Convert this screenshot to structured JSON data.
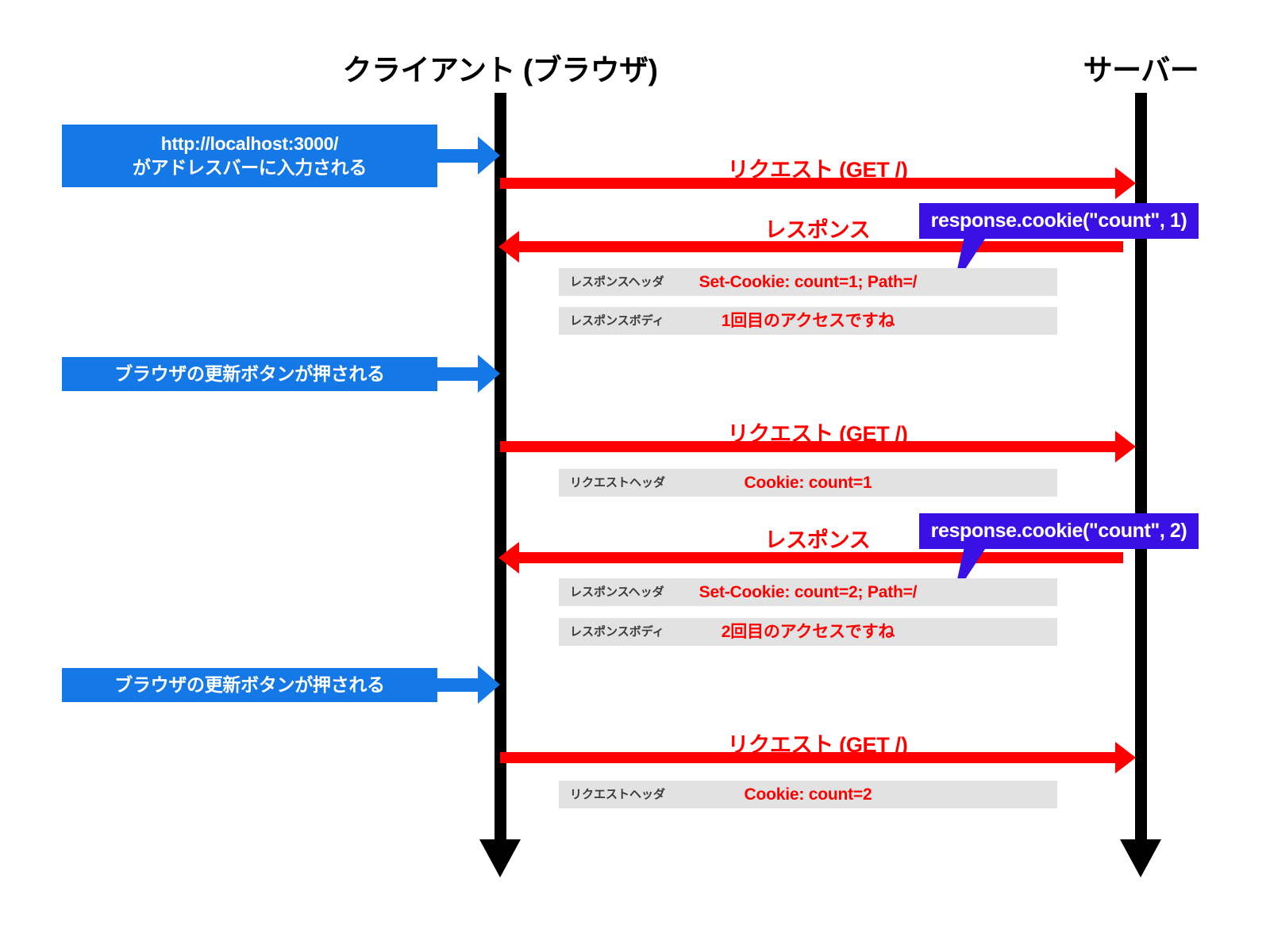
{
  "diagram": {
    "title": "Cookie sequence diagram",
    "colors": {
      "lifeline": "#000000",
      "message": "#ff0000",
      "note": "#1478e6",
      "callout": "#3b10e5",
      "header_row": "#e2e2e2",
      "background": "#ffffff"
    },
    "participants": [
      {
        "id": "client",
        "label": "クライアント (ブラウザ)"
      },
      {
        "id": "server",
        "label": "サーバー"
      }
    ],
    "actor_notes": [
      {
        "id": "note-1",
        "text_line1": "http://localhost:3000/",
        "text_line2": "がアドレスバーに入力される"
      },
      {
        "id": "note-2",
        "text_line1": "ブラウザの更新ボタンが押される",
        "text_line2": ""
      },
      {
        "id": "note-3",
        "text_line1": "ブラウザの更新ボタンが押される",
        "text_line2": ""
      }
    ],
    "messages": [
      {
        "id": "req-1",
        "label": "リクエスト (GET /)",
        "direction": "right"
      },
      {
        "id": "res-1",
        "label": "レスポンス",
        "direction": "left"
      },
      {
        "id": "req-2",
        "label": "リクエスト (GET /)",
        "direction": "right"
      },
      {
        "id": "res-2",
        "label": "レスポンス",
        "direction": "left"
      },
      {
        "id": "req-3",
        "label": "リクエスト (GET /)",
        "direction": "right"
      }
    ],
    "header_rows": [
      {
        "id": "row-1",
        "key": "レスポンスヘッダ",
        "value": "Set-Cookie: count=1; Path=/"
      },
      {
        "id": "row-2",
        "key": "レスポンスボディ",
        "value": "1回目のアクセスですね"
      },
      {
        "id": "row-3",
        "key": "リクエストヘッダ",
        "value": "Cookie: count=1"
      },
      {
        "id": "row-4",
        "key": "レスポンスヘッダ",
        "value": "Set-Cookie: count=2; Path=/"
      },
      {
        "id": "row-5",
        "key": "レスポンスボディ",
        "value": "2回目のアクセスですね"
      },
      {
        "id": "row-6",
        "key": "リクエストヘッダ",
        "value": "Cookie: count=2"
      }
    ],
    "callouts": [
      {
        "id": "callout-1",
        "text": "response.cookie(\"count\", 1)"
      },
      {
        "id": "callout-2",
        "text": "response.cookie(\"count\", 2)"
      }
    ]
  }
}
